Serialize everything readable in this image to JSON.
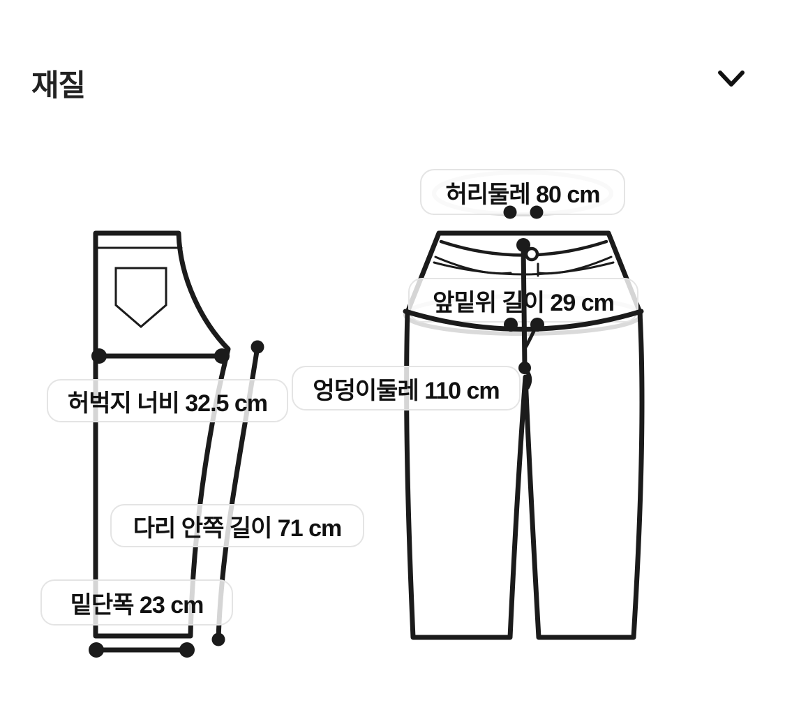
{
  "section": {
    "title": "재질",
    "collapsed": false
  },
  "icons": {
    "chevron": "chevron-down"
  },
  "colors": {
    "background": "#ffffff",
    "line": "#1b1b1b",
    "guide_line": "#dadada",
    "label_border": "#e4e4e4",
    "label_background": "rgba(255,255,255,0.82)",
    "text": "#111111",
    "title_text": "#222222"
  },
  "diagrams": [
    {
      "name": "pants-side-view"
    },
    {
      "name": "pants-front-view"
    }
  ],
  "measurements": {
    "waist": {
      "name": "허리둘레",
      "value": 80,
      "unit": "cm",
      "label": "허리둘레 80 cm"
    },
    "front_rise": {
      "name": "앞밑위 길이",
      "value": 29,
      "unit": "cm",
      "label": "앞밑위 길이 29 cm"
    },
    "hip": {
      "name": "엉덩이둘레",
      "value": 110,
      "unit": "cm",
      "label": "엉덩이둘레 110 cm"
    },
    "thigh": {
      "name": "허벅지 너비",
      "value": 32.5,
      "unit": "cm",
      "label": "허벅지 너비 32.5 cm"
    },
    "inseam": {
      "name": "다리 안쪽 길이",
      "value": 71,
      "unit": "cm",
      "label": "다리 안쪽 길이 71 cm"
    },
    "hem": {
      "name": "밑단폭",
      "value": 23,
      "unit": "cm",
      "label": "밑단폭 23 cm"
    }
  }
}
